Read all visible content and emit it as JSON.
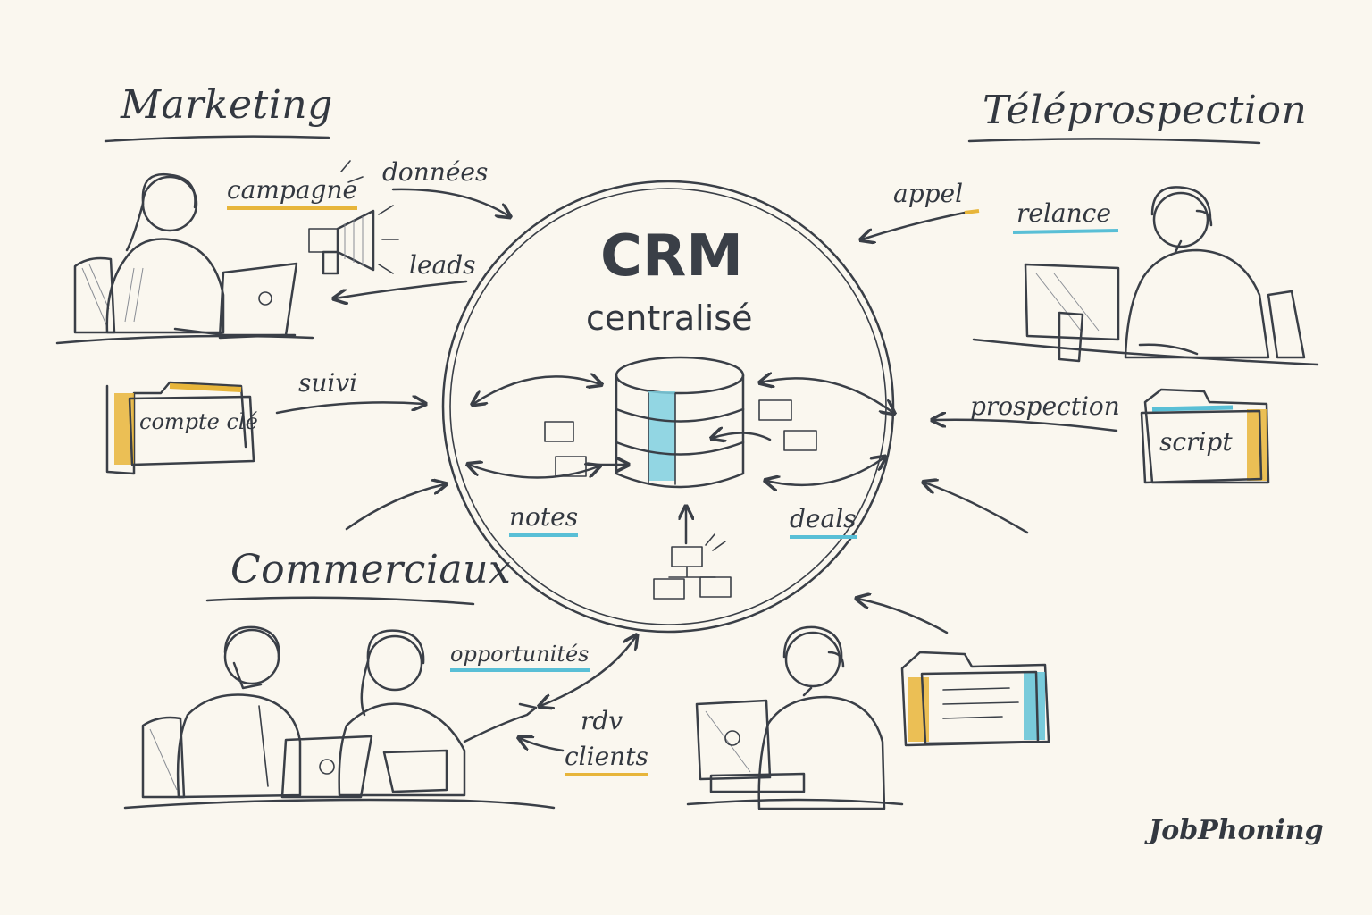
{
  "center": {
    "title": "CRM",
    "subtitle": "centralisé"
  },
  "sections": {
    "marketing": "Marketing",
    "teleprospection": "Téléprospection",
    "commerciaux": "Commerciaux"
  },
  "labels": {
    "campagne": "campagne",
    "donnees": "données",
    "leads": "leads",
    "suivi": "suivi",
    "compte_cle": "compte clé",
    "appel": "appel",
    "relance": "relance",
    "prospection": "prospection",
    "script": "script",
    "notes": "notes",
    "deals": "deals",
    "opportunites": "opportunités",
    "rdv": "rdv",
    "clients": "clients"
  },
  "logo": "JobPhoning",
  "colors": {
    "ink": "#3a3f47",
    "accent_yellow": "#e7b53a",
    "accent_blue": "#59bfd6",
    "background": "#faf7ef"
  }
}
